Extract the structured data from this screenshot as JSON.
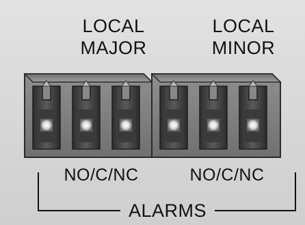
{
  "labels": {
    "local_major_line1": "LOCAL",
    "local_major_line2": "MAJOR",
    "local_minor_line1": "LOCAL",
    "local_minor_line2": "MINOR",
    "contacts_major": "NO/C/NC",
    "contacts_minor": "NO/C/NC",
    "alarms": "ALARMS"
  },
  "connectors": {
    "groups": [
      {
        "name_ref": "major",
        "pins": 3
      },
      {
        "name_ref": "minor",
        "pins": 3
      }
    ]
  },
  "colors": {
    "background": "#d8d8d8",
    "connector_body": "#8a8a8a",
    "connector_dark": "#3c3c3c",
    "pin_light": "#f4f4f4",
    "text": "#111111"
  }
}
